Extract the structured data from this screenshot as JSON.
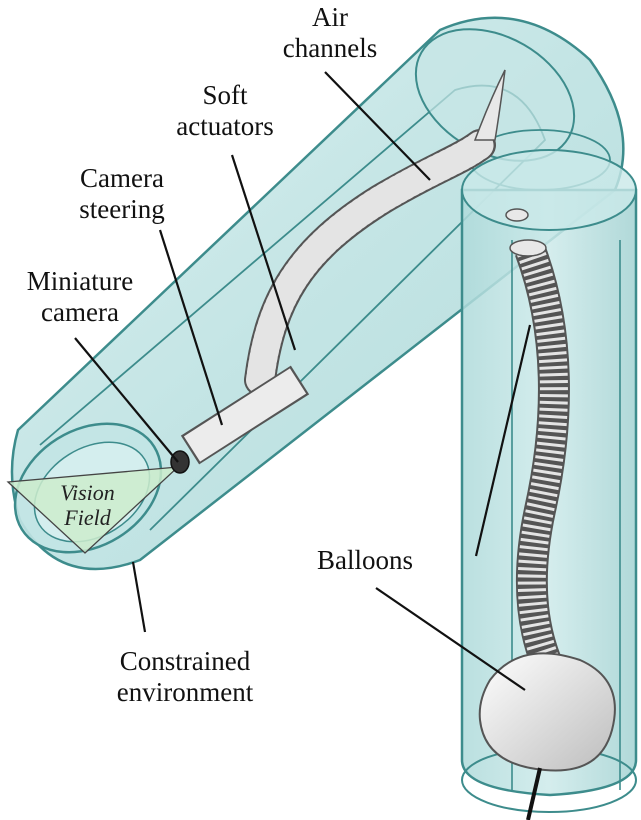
{
  "labels": {
    "air_channels": [
      "Air",
      "channels"
    ],
    "soft_actuators": [
      "Soft",
      "actuators"
    ],
    "camera_steering": [
      "Camera",
      "steering"
    ],
    "miniature_camera": [
      "Miniature",
      "camera"
    ],
    "vision_field": [
      "Vision",
      "Field"
    ],
    "balloons": "Balloons",
    "constrained_environment": [
      "Constrained",
      "environment"
    ]
  },
  "colors": {
    "tube_fill": "#bfe3e3",
    "tube_edge": "#3d8c8c",
    "vision_fill": "#cdeccd",
    "device": "#e9e9e9",
    "device_edge": "#555555"
  }
}
